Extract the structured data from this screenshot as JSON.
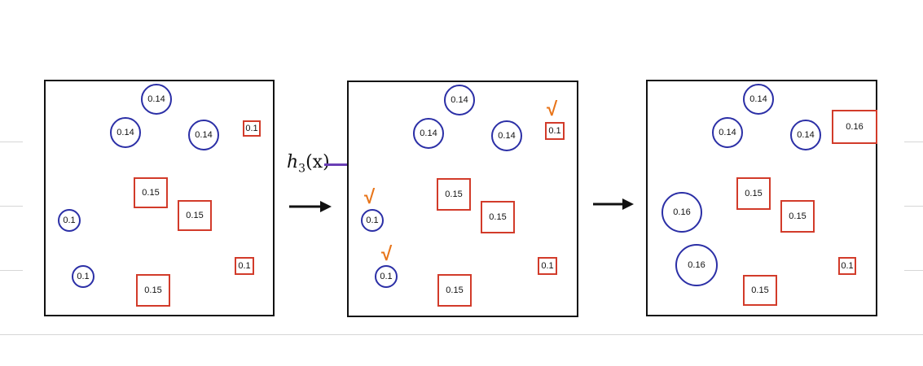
{
  "panel1": {
    "circles": [
      "0.14",
      "0.14",
      "0.14",
      "0.1",
      "0.1"
    ],
    "squares": [
      "0.1",
      "0.15",
      "0.15",
      "0.1",
      "0.15"
    ]
  },
  "panel2": {
    "circles": [
      "0.14",
      "0.14",
      "0.14",
      "0.1",
      "0.1"
    ],
    "squares": [
      "0.1",
      "0.15",
      "0.15",
      "0.1",
      "0.15"
    ],
    "check_glyph": "√"
  },
  "panel3": {
    "circles": [
      "0.14",
      "0.14",
      "0.14",
      "0.16",
      "0.16"
    ],
    "squares": [
      "0.16",
      "0.15",
      "0.15",
      "0.1",
      "0.15"
    ]
  },
  "hypothesis_label": {
    "func": "h",
    "subscript": "3",
    "arg": "(x)"
  },
  "colors": {
    "circle": "#2b2fa6",
    "square": "#d23b2a",
    "split_line": "#6a3fb5",
    "check": "#e8751a"
  }
}
